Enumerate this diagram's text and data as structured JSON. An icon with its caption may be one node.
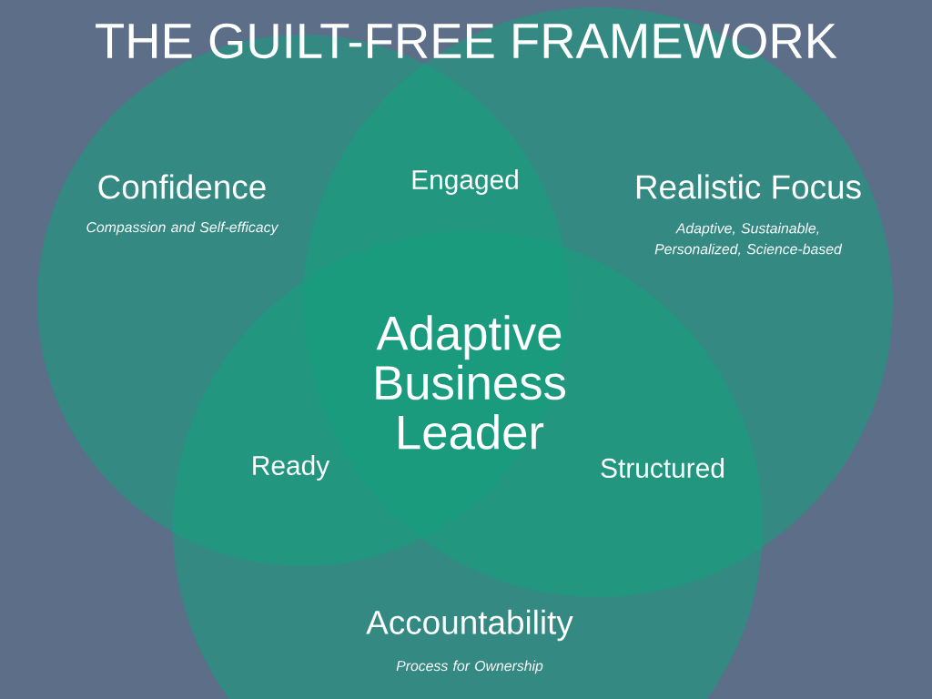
{
  "diagram": {
    "title": "THE GUILT-FREE FRAMEWORK",
    "nodes": [
      {
        "text": [
          "Confidence",
          "Compassion and Self-efficacy"
        ]
      },
      {
        "text": [
          "Realistic Focus",
          "Adaptive, Sustainable, Personalized, Science-based"
        ]
      },
      {
        "text": [
          "Accountability",
          "Process for Ownership"
        ]
      }
    ],
    "edges": [],
    "labels": [
      "Engaged",
      "Adaptive Business Leader",
      "Ready",
      "Structured"
    ]
  }
}
